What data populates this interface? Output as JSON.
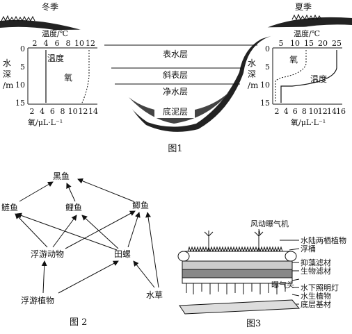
{
  "figure1": {
    "caption": "图1",
    "winter": {
      "season": "冬季",
      "temp_axis_label": "温度/℃",
      "temp_ticks": [
        "2",
        "4",
        "6",
        "8",
        "10",
        "12"
      ],
      "oxygen_axis_label": "氧/μL·L⁻¹",
      "oxygen_ticks": [
        "2",
        "4",
        "6",
        "8",
        "10",
        "12",
        "14"
      ],
      "depth_label_lines": [
        "水",
        "深",
        "/m"
      ],
      "depth_ticks": [
        "0",
        "5",
        "10",
        "15"
      ],
      "curve_labels": {
        "temperature": "温度",
        "oxygen": "氧"
      }
    },
    "summer": {
      "season": "夏季",
      "temp_axis_label": "温度/℃",
      "temp_ticks": [
        "5",
        "10",
        "15",
        "20",
        "25"
      ],
      "oxygen_axis_label": "氧/μL·L⁻¹",
      "oxygen_ticks": [
        "2",
        "4",
        "6",
        "8",
        "10",
        "12",
        "14",
        "16"
      ],
      "depth_label_lines": [
        "水",
        "深",
        "/m"
      ],
      "depth_ticks": [
        "0",
        "5",
        "10",
        "15"
      ],
      "curve_labels": {
        "temperature": "温度",
        "oxygen": "氧"
      }
    },
    "layers": [
      "表水层",
      "斜表层",
      "净水层",
      "底泥层"
    ]
  },
  "figure2": {
    "caption": "图 2",
    "nodes": {
      "heiyu": "黑鱼",
      "lianyu": "鲢鱼",
      "liyu": "鲤鱼",
      "jiyu": "鲫鱼",
      "fuyoudongwu": "浮游动物",
      "tianluo": "田螺",
      "fuyouzhiwu": "浮游植物",
      "shuicao": "水草"
    }
  },
  "figure3": {
    "caption": "图3",
    "labels": {
      "aerator": "风动曝气机",
      "amphibious": "水陆两栖植物",
      "float": "浮桶",
      "algae_filter": "抑藻滤材",
      "bio_filter": "生物滤材",
      "aeration_head": "曝气头",
      "underwater_light": "水下照明灯",
      "aquatic_plants": "水生植物",
      "bottom_substrate": "底层基材"
    }
  }
}
